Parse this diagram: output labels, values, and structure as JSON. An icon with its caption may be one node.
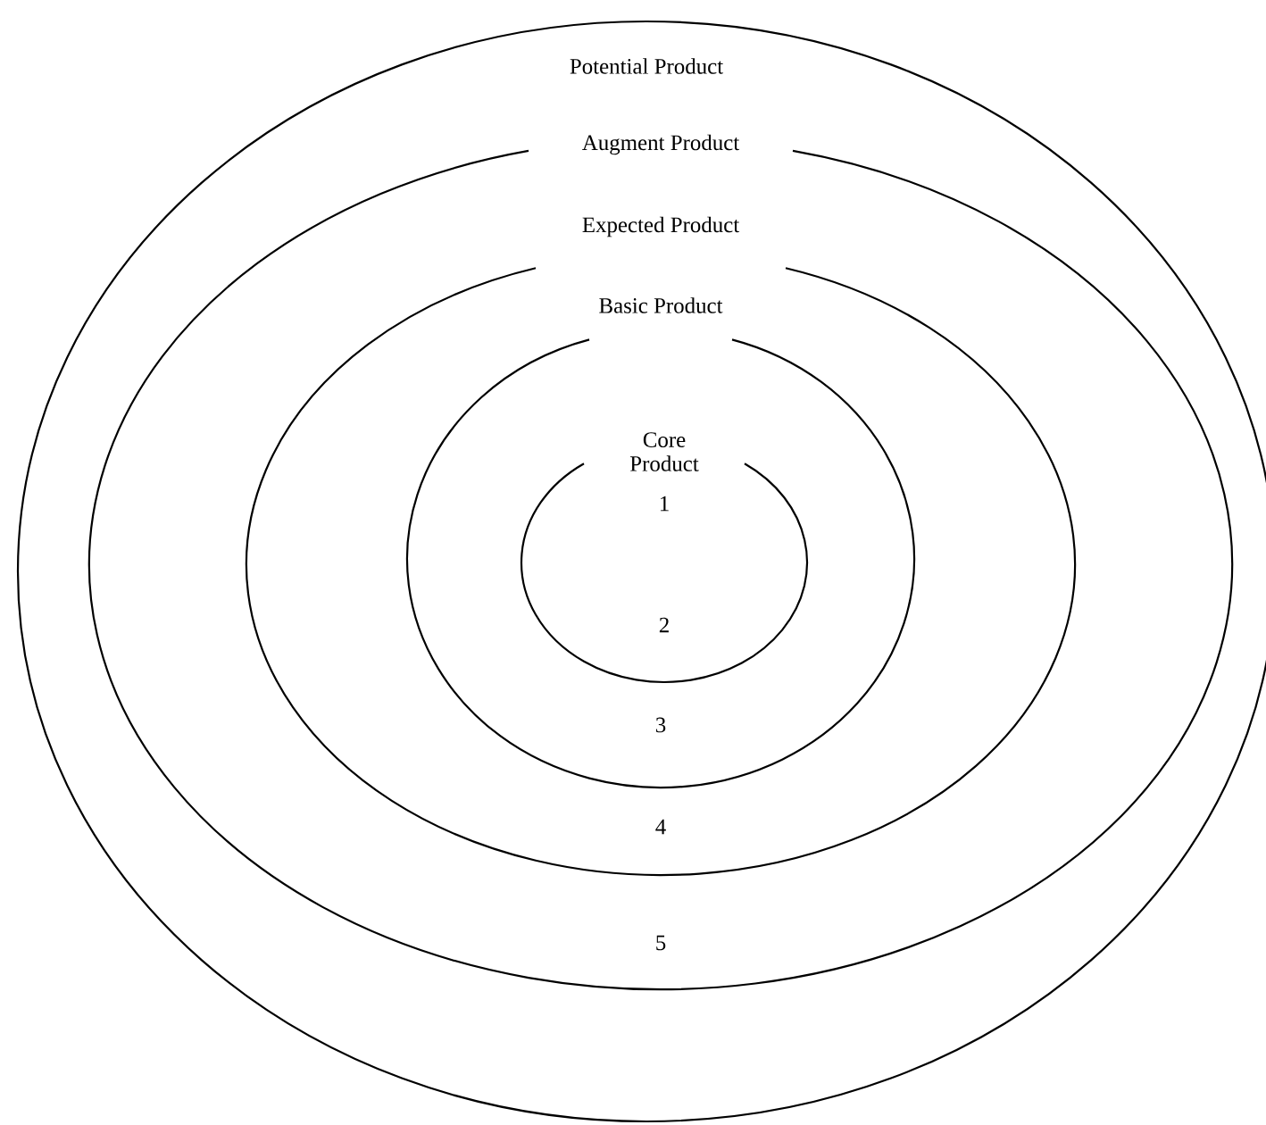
{
  "diagram": {
    "nodes": [
      {
        "text": [
          "Potential Product"
        ]
      },
      {
        "text": [
          "Augment Product",
          "5"
        ],
        "in": 0
      },
      {
        "text": [
          "Expected Product",
          "4"
        ],
        "in": 1
      },
      {
        "text": [
          "Basic Product",
          "3"
        ],
        "in": 2
      },
      {
        "text": [
          "Core Product",
          "1",
          "2"
        ],
        "in": 3
      }
    ]
  }
}
